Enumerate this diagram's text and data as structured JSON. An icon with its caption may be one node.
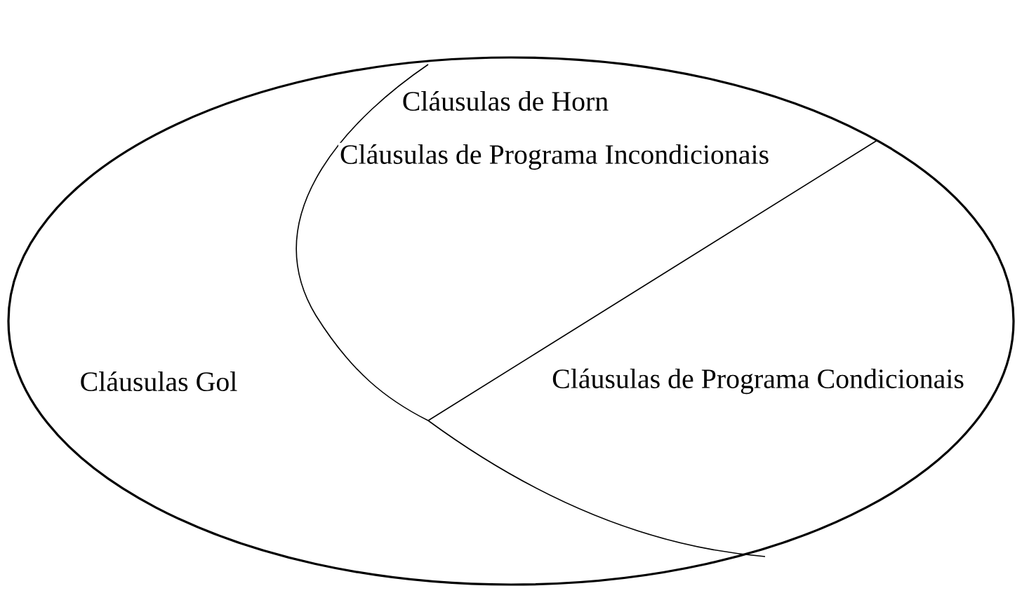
{
  "diagram": {
    "nodes": [
      {
        "text": [
          "Cláusulas de Horn"
        ]
      }
    ],
    "labels": [
      "Cláusulas de Programa Incondicionais",
      "Cláusulas Gol",
      "Cláusulas de Programa Condicionais"
    ]
  }
}
